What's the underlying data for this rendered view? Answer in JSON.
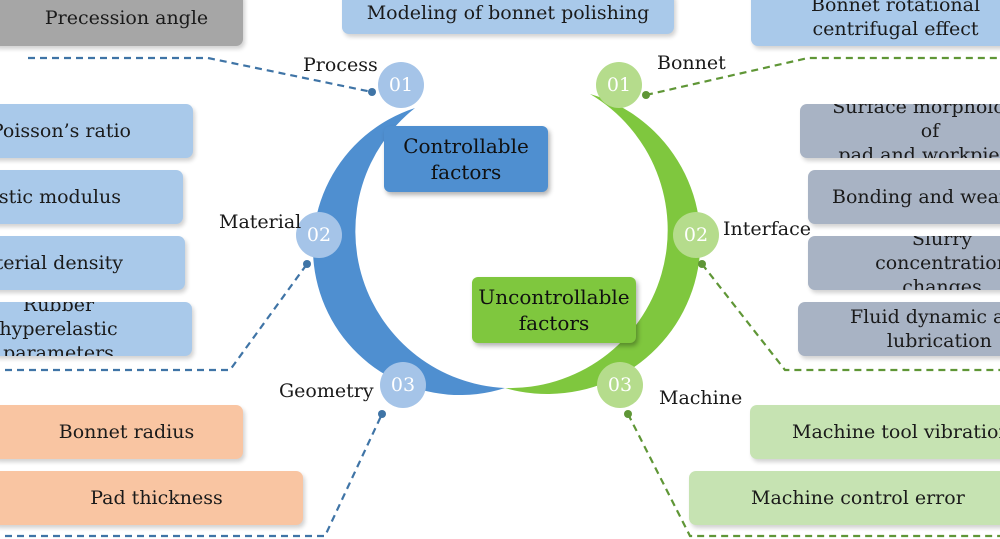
{
  "title": "Modeling of bonnet polishing",
  "colors": {
    "blue_dark": "#4f8fd0",
    "green_dark": "#7fc73e",
    "light_blue": "#a9c9ea",
    "gray_blue": "#a8b3c4",
    "gray": "#a6a6a6",
    "peach": "#f9c5a2",
    "light_green": "#c6e3b2",
    "circle_blue": "#a5c4e8",
    "circle_green": "#b5dc8c"
  },
  "center": {
    "controllable": "Controllable\nfactors",
    "uncontrollable": "Uncontrollable\nfactors"
  },
  "categories": {
    "process": {
      "label": "Process",
      "num": "01"
    },
    "material": {
      "label": "Material",
      "num": "02"
    },
    "geometry": {
      "label": "Geometry",
      "num": "03"
    },
    "bonnet": {
      "label": "Bonnet",
      "num": "01"
    },
    "interface": {
      "label": "Interface",
      "num": "02"
    },
    "machine": {
      "label": "Machine",
      "num": "03"
    }
  },
  "boxes": {
    "precession": "Precession angle",
    "poisson": "Poisson’s ratio",
    "elastic": "Elastic modulus",
    "density": "Material density",
    "rubber": "Rubber hyperelastic\nparameters",
    "radius": "Bonnet radius",
    "pad": "Pad thickness",
    "centrifugal": "Bonnet rotational\ncentrifugal effect",
    "morphology": "Surface morphology of\npad and workpiece",
    "bonding": "Bonding and wear of",
    "slurry": "Slurry concentration\nchanges",
    "fluid": "Fluid dynamic and\nlubrication",
    "vibration": "Machine tool vibration",
    "control": "Machine control error"
  }
}
